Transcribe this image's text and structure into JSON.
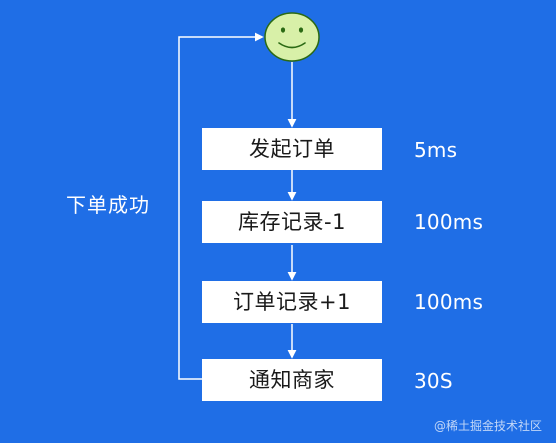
{
  "diagram": {
    "steps": [
      {
        "label": "发起订单",
        "timing": "5ms"
      },
      {
        "label": "库存记录-1",
        "timing": "100ms"
      },
      {
        "label": "订单记录+1",
        "timing": "100ms"
      },
      {
        "label": "通知商家",
        "timing": "30S"
      }
    ],
    "loop_label": "下单成功",
    "start_icon": "smiley-face-icon",
    "colors": {
      "background": "#1f6ee6",
      "box": "#ffffff",
      "line": "#ffffff",
      "smiley_fill": "#d8f0a8",
      "smiley_stroke": "#2b6a14"
    }
  },
  "watermark": {
    "text": "@稀土掘金技术社区"
  }
}
